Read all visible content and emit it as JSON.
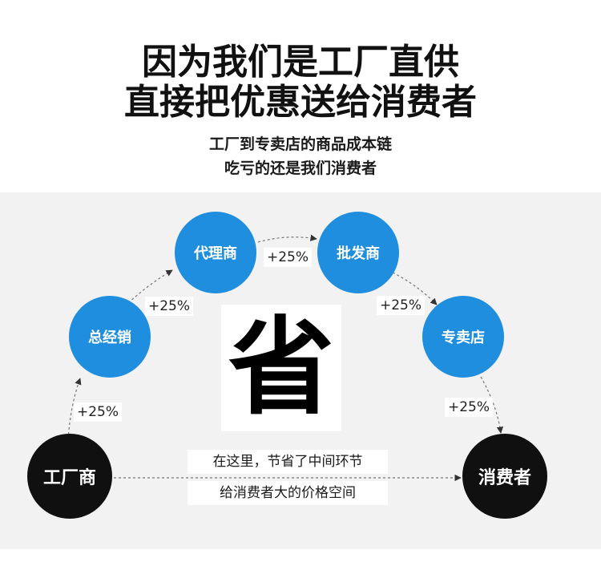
{
  "header": {
    "line1": "因为我们是工厂直供",
    "line2": "直接把优惠送给消费者"
  },
  "subheader": {
    "line1": "工厂到专卖店的商品成本链",
    "line2": "吃亏的还是我们消费者"
  },
  "diagram": {
    "nodes": {
      "factory": "工厂商",
      "distributor": "总经销",
      "agent": "代理商",
      "wholesaler": "批发商",
      "store": "专卖店",
      "consumer": "消费者"
    },
    "markups": {
      "factory_to_distributor": "+25%",
      "distributor_to_agent": "+25%",
      "agent_to_wholesaler": "+25%",
      "wholesaler_to_store": "+25%",
      "store_to_consumer": "+25%"
    },
    "center_char": "省",
    "note": {
      "line1": "在这里，节省了中间环节",
      "line2": "给消费者大的价格空间"
    }
  },
  "colors": {
    "node_blue": "#1f8ede",
    "node_black": "#101010",
    "band": "#f2f2f2"
  }
}
